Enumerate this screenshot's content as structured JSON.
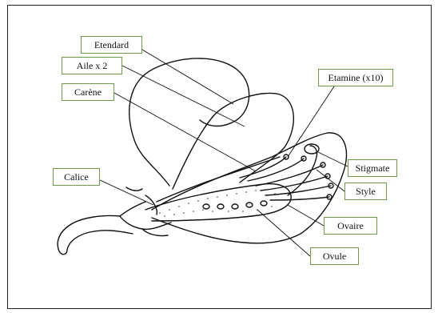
{
  "diagram": {
    "labels": {
      "etendard": "Etendard",
      "aile": "Aile x 2",
      "carene": "Carène",
      "etamine": "Etamine (x10)",
      "calice": "Calice",
      "stigmate": "Stigmate",
      "style": "Style",
      "ovaire": "Ovaire",
      "ovule": "Ovule"
    },
    "colors": {
      "label_border": "#6f9a4a",
      "line": "#111111"
    }
  }
}
